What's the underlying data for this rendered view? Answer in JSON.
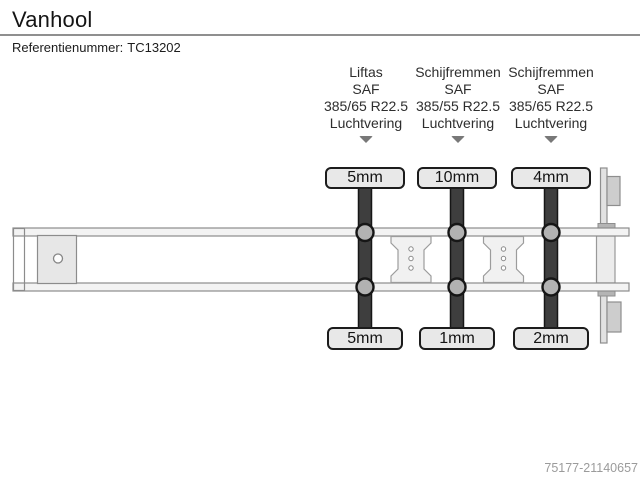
{
  "header": {
    "title": "Vanhool",
    "reference_label": "Referentienummer:",
    "reference_value": "TC13202"
  },
  "axles": [
    {
      "type": "Liftas",
      "brand": "SAF",
      "tire_size": "385/65 R22.5",
      "suspension": "Luchtvering",
      "wear_top": "5mm",
      "wear_bottom": "5mm"
    },
    {
      "type": "Schijfremmen",
      "brand": "SAF",
      "tire_size": "385/55 R22.5",
      "suspension": "Luchtvering",
      "wear_top": "10mm",
      "wear_bottom": "1mm"
    },
    {
      "type": "Schijfremmen",
      "brand": "SAF",
      "tire_size": "385/65 R22.5",
      "suspension": "Luchtvering",
      "wear_top": "4mm",
      "wear_bottom": "2mm"
    }
  ],
  "footer": {
    "listing_id": "75177-21140657"
  },
  "colors": {
    "axle_bar": "#3e3e3e",
    "hub_fill": "#b2b2b2",
    "box_fill": "#e8e8e8",
    "box_border": "#1c1c1c",
    "frame_fill": "#f3f3f3",
    "frame_stroke": "#8c8c8c",
    "arrow": "#787878",
    "footer_text": "#9b9b9b"
  }
}
